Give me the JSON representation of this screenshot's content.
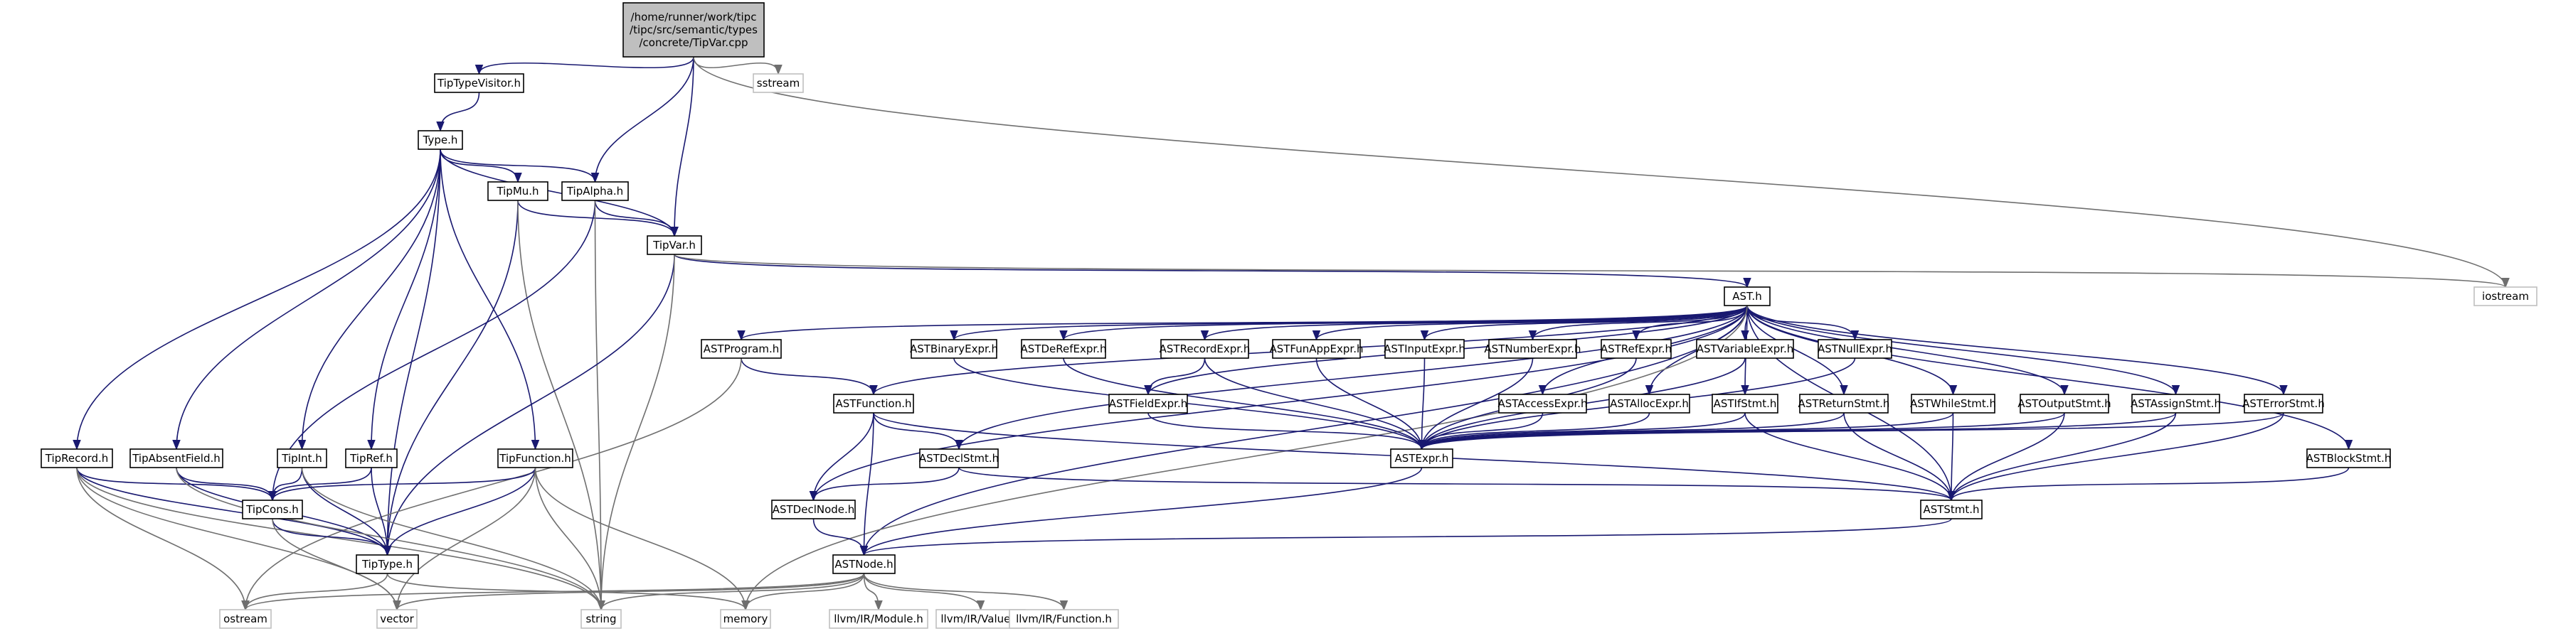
{
  "graph": {
    "edge_color": "#191970",
    "node_border_gray": "#bfbfbf",
    "root_fill": "#bfbfbf",
    "nodes": [
      {
        "id": "root",
        "lines": [
          "/home/runner/work/tipc",
          "/tipc/src/semantic/types",
          "/concrete/TipVar.cpp"
        ],
        "style": "root",
        "interactable": true
      },
      {
        "id": "TipTypeVisitor",
        "lines": [
          "TipTypeVisitor.h"
        ],
        "style": "normal",
        "interactable": true
      },
      {
        "id": "sstream",
        "lines": [
          "sstream"
        ],
        "style": "gray",
        "interactable": false
      },
      {
        "id": "Type",
        "lines": [
          "Type.h"
        ],
        "style": "normal",
        "interactable": true
      },
      {
        "id": "TipMu",
        "lines": [
          "TipMu.h"
        ],
        "style": "normal",
        "interactable": true
      },
      {
        "id": "TipAlpha",
        "lines": [
          "TipAlpha.h"
        ],
        "style": "normal",
        "interactable": true
      },
      {
        "id": "TipVar",
        "lines": [
          "TipVar.h"
        ],
        "style": "normal",
        "interactable": true
      },
      {
        "id": "iostream",
        "lines": [
          "iostream"
        ],
        "style": "gray",
        "interactable": false
      },
      {
        "id": "AST",
        "lines": [
          "AST.h"
        ],
        "style": "normal",
        "interactable": true
      },
      {
        "id": "ASTProgram",
        "lines": [
          "ASTProgram.h"
        ],
        "style": "normal",
        "interactable": true
      },
      {
        "id": "ASTBinaryExpr",
        "lines": [
          "ASTBinaryExpr.h"
        ],
        "style": "normal",
        "interactable": true
      },
      {
        "id": "ASTDeRefExpr",
        "lines": [
          "ASTDeRefExpr.h"
        ],
        "style": "normal",
        "interactable": true
      },
      {
        "id": "ASTRecordExpr",
        "lines": [
          "ASTRecordExpr.h"
        ],
        "style": "normal",
        "interactable": true
      },
      {
        "id": "ASTFunAppExpr",
        "lines": [
          "ASTFunAppExpr.h"
        ],
        "style": "normal",
        "interactable": true
      },
      {
        "id": "ASTInputExpr",
        "lines": [
          "ASTInputExpr.h"
        ],
        "style": "normal",
        "interactable": true
      },
      {
        "id": "ASTNumberExpr",
        "lines": [
          "ASTNumberExpr.h"
        ],
        "style": "normal",
        "interactable": true
      },
      {
        "id": "ASTRefExpr",
        "lines": [
          "ASTRefExpr.h"
        ],
        "style": "normal",
        "interactable": true
      },
      {
        "id": "ASTVariableExpr",
        "lines": [
          "ASTVariableExpr.h"
        ],
        "style": "normal",
        "interactable": true
      },
      {
        "id": "ASTNullExpr",
        "lines": [
          "ASTNullExpr.h"
        ],
        "style": "normal",
        "interactable": true
      },
      {
        "id": "ASTFunction",
        "lines": [
          "ASTFunction.h"
        ],
        "style": "normal",
        "interactable": true
      },
      {
        "id": "ASTFieldExpr",
        "lines": [
          "ASTFieldExpr.h"
        ],
        "style": "normal",
        "interactable": true
      },
      {
        "id": "ASTAccessExpr",
        "lines": [
          "ASTAccessExpr.h"
        ],
        "style": "normal",
        "interactable": true
      },
      {
        "id": "ASTAllocExpr",
        "lines": [
          "ASTAllocExpr.h"
        ],
        "style": "normal",
        "interactable": true
      },
      {
        "id": "ASTIfStmt",
        "lines": [
          "ASTIfStmt.h"
        ],
        "style": "normal",
        "interactable": true
      },
      {
        "id": "ASTReturnStmt",
        "lines": [
          "ASTReturnStmt.h"
        ],
        "style": "normal",
        "interactable": true
      },
      {
        "id": "ASTWhileStmt",
        "lines": [
          "ASTWhileStmt.h"
        ],
        "style": "normal",
        "interactable": true
      },
      {
        "id": "ASTOutputStmt",
        "lines": [
          "ASTOutputStmt.h"
        ],
        "style": "normal",
        "interactable": true
      },
      {
        "id": "ASTAssignStmt",
        "lines": [
          "ASTAssignStmt.h"
        ],
        "style": "normal",
        "interactable": true
      },
      {
        "id": "ASTErrorStmt",
        "lines": [
          "ASTErrorStmt.h"
        ],
        "style": "normal",
        "interactable": true
      },
      {
        "id": "ASTExpr",
        "lines": [
          "ASTExpr.h"
        ],
        "style": "normal",
        "interactable": true
      },
      {
        "id": "ASTDeclStmt",
        "lines": [
          "ASTDeclStmt.h"
        ],
        "style": "normal",
        "interactable": true
      },
      {
        "id": "ASTBlockStmt",
        "lines": [
          "ASTBlockStmt.h"
        ],
        "style": "normal",
        "interactable": true
      },
      {
        "id": "ASTStmt",
        "lines": [
          "ASTStmt.h"
        ],
        "style": "normal",
        "interactable": true
      },
      {
        "id": "ASTDeclNode",
        "lines": [
          "ASTDeclNode.h"
        ],
        "style": "normal",
        "interactable": true
      },
      {
        "id": "ASTNode",
        "lines": [
          "ASTNode.h"
        ],
        "style": "normal",
        "interactable": true
      },
      {
        "id": "TipRecord",
        "lines": [
          "TipRecord.h"
        ],
        "style": "normal",
        "interactable": true
      },
      {
        "id": "TipAbsentField",
        "lines": [
          "TipAbsentField.h"
        ],
        "style": "normal",
        "interactable": true
      },
      {
        "id": "TipInt",
        "lines": [
          "TipInt.h"
        ],
        "style": "normal",
        "interactable": true
      },
      {
        "id": "TipRef",
        "lines": [
          "TipRef.h"
        ],
        "style": "normal",
        "interactable": true
      },
      {
        "id": "TipFunction",
        "lines": [
          "TipFunction.h"
        ],
        "style": "normal",
        "interactable": true
      },
      {
        "id": "TipCons",
        "lines": [
          "TipCons.h"
        ],
        "style": "normal",
        "interactable": true
      },
      {
        "id": "TipType",
        "lines": [
          "TipType.h"
        ],
        "style": "normal",
        "interactable": true
      },
      {
        "id": "ostream",
        "lines": [
          "ostream"
        ],
        "style": "gray",
        "interactable": false
      },
      {
        "id": "vector",
        "lines": [
          "vector"
        ],
        "style": "gray",
        "interactable": false
      },
      {
        "id": "string",
        "lines": [
          "string"
        ],
        "style": "gray",
        "interactable": false
      },
      {
        "id": "memory",
        "lines": [
          "memory"
        ],
        "style": "gray",
        "interactable": false
      },
      {
        "id": "llvmModule",
        "lines": [
          "llvm/IR/Module.h"
        ],
        "style": "gray",
        "interactable": false
      },
      {
        "id": "llvmValue",
        "lines": [
          "llvm/IR/Value.h"
        ],
        "style": "gray",
        "interactable": false
      },
      {
        "id": "llvmFunction",
        "lines": [
          "llvm/IR/Function.h"
        ],
        "style": "gray",
        "interactable": false
      }
    ],
    "edges": [
      [
        "root",
        "TipTypeVisitor"
      ],
      [
        "root",
        "sstream"
      ],
      [
        "root",
        "TipAlpha"
      ],
      [
        "root",
        "TipVar"
      ],
      [
        "root",
        "iostream"
      ],
      [
        "TipTypeVisitor",
        "Type"
      ],
      [
        "Type",
        "TipMu"
      ],
      [
        "Type",
        "TipAlpha"
      ],
      [
        "Type",
        "TipVar"
      ],
      [
        "Type",
        "TipRecord"
      ],
      [
        "Type",
        "TipAbsentField"
      ],
      [
        "Type",
        "TipInt"
      ],
      [
        "Type",
        "TipRef"
      ],
      [
        "Type",
        "TipFunction"
      ],
      [
        "Type",
        "TipType"
      ],
      [
        "TipMu",
        "TipVar"
      ],
      [
        "TipMu",
        "TipType"
      ],
      [
        "TipMu",
        "string"
      ],
      [
        "TipAlpha",
        "TipVar"
      ],
      [
        "TipAlpha",
        "TipCons"
      ],
      [
        "TipAlpha",
        "string"
      ],
      [
        "TipVar",
        "AST"
      ],
      [
        "TipVar",
        "iostream"
      ],
      [
        "TipVar",
        "TipType"
      ],
      [
        "TipVar",
        "string"
      ],
      [
        "AST",
        "ASTProgram"
      ],
      [
        "AST",
        "ASTBinaryExpr"
      ],
      [
        "AST",
        "ASTDeRefExpr"
      ],
      [
        "AST",
        "ASTRecordExpr"
      ],
      [
        "AST",
        "ASTFunAppExpr"
      ],
      [
        "AST",
        "ASTInputExpr"
      ],
      [
        "AST",
        "ASTNumberExpr"
      ],
      [
        "AST",
        "ASTRefExpr"
      ],
      [
        "AST",
        "ASTVariableExpr"
      ],
      [
        "AST",
        "ASTNullExpr"
      ],
      [
        "AST",
        "ASTFunction"
      ],
      [
        "AST",
        "ASTFieldExpr"
      ],
      [
        "AST",
        "ASTAccessExpr"
      ],
      [
        "AST",
        "ASTAllocExpr"
      ],
      [
        "AST",
        "ASTIfStmt"
      ],
      [
        "AST",
        "ASTReturnStmt"
      ],
      [
        "AST",
        "ASTWhileStmt"
      ],
      [
        "AST",
        "ASTOutputStmt"
      ],
      [
        "AST",
        "ASTAssignStmt"
      ],
      [
        "AST",
        "ASTErrorStmt"
      ],
      [
        "AST",
        "ASTDeclStmt"
      ],
      [
        "AST",
        "ASTDeclNode"
      ],
      [
        "AST",
        "ASTBlockStmt"
      ],
      [
        "AST",
        "ASTStmt"
      ],
      [
        "AST",
        "ASTNode"
      ],
      [
        "AST",
        "memory"
      ],
      [
        "ASTProgram",
        "ASTFunction"
      ],
      [
        "ASTProgram",
        "ostream"
      ],
      [
        "ASTBinaryExpr",
        "ASTExpr"
      ],
      [
        "ASTDeRefExpr",
        "ASTExpr"
      ],
      [
        "ASTRecordExpr",
        "ASTFieldExpr"
      ],
      [
        "ASTRecordExpr",
        "ASTExpr"
      ],
      [
        "ASTFunAppExpr",
        "ASTExpr"
      ],
      [
        "ASTInputExpr",
        "ASTExpr"
      ],
      [
        "ASTNumberExpr",
        "ASTExpr"
      ],
      [
        "ASTRefExpr",
        "ASTExpr"
      ],
      [
        "ASTVariableExpr",
        "ASTExpr"
      ],
      [
        "ASTNullExpr",
        "ASTExpr"
      ],
      [
        "ASTFieldExpr",
        "ASTExpr"
      ],
      [
        "ASTAccessExpr",
        "ASTExpr"
      ],
      [
        "ASTAllocExpr",
        "ASTExpr"
      ],
      [
        "ASTIfStmt",
        "ASTExpr"
      ],
      [
        "ASTIfStmt",
        "ASTStmt"
      ],
      [
        "ASTReturnStmt",
        "ASTExpr"
      ],
      [
        "ASTReturnStmt",
        "ASTStmt"
      ],
      [
        "ASTWhileStmt",
        "ASTExpr"
      ],
      [
        "ASTWhileStmt",
        "ASTStmt"
      ],
      [
        "ASTOutputStmt",
        "ASTExpr"
      ],
      [
        "ASTOutputStmt",
        "ASTStmt"
      ],
      [
        "ASTAssignStmt",
        "ASTExpr"
      ],
      [
        "ASTAssignStmt",
        "ASTStmt"
      ],
      [
        "ASTErrorStmt",
        "ASTExpr"
      ],
      [
        "ASTErrorStmt",
        "ASTStmt"
      ],
      [
        "ASTFunction",
        "ASTDeclStmt"
      ],
      [
        "ASTFunction",
        "ASTDeclNode"
      ],
      [
        "ASTFunction",
        "ASTStmt"
      ],
      [
        "ASTFunction",
        "ASTNode"
      ],
      [
        "ASTDeclStmt",
        "ASTDeclNode"
      ],
      [
        "ASTDeclStmt",
        "ASTStmt"
      ],
      [
        "ASTBlockStmt",
        "ASTStmt"
      ],
      [
        "ASTExpr",
        "ASTNode"
      ],
      [
        "ASTStmt",
        "ASTNode"
      ],
      [
        "ASTDeclNode",
        "ASTNode"
      ],
      [
        "ASTNode",
        "ostream"
      ],
      [
        "ASTNode",
        "vector"
      ],
      [
        "ASTNode",
        "string"
      ],
      [
        "ASTNode",
        "memory"
      ],
      [
        "ASTNode",
        "llvmModule"
      ],
      [
        "ASTNode",
        "llvmValue"
      ],
      [
        "ASTNode",
        "llvmFunction"
      ],
      [
        "TipRecord",
        "TipCons"
      ],
      [
        "TipRecord",
        "TipType"
      ],
      [
        "TipRecord",
        "ostream"
      ],
      [
        "TipRecord",
        "vector"
      ],
      [
        "TipRecord",
        "string"
      ],
      [
        "TipAbsentField",
        "TipCons"
      ],
      [
        "TipAbsentField",
        "TipType"
      ],
      [
        "TipAbsentField",
        "string"
      ],
      [
        "TipInt",
        "TipCons"
      ],
      [
        "TipInt",
        "TipType"
      ],
      [
        "TipInt",
        "string"
      ],
      [
        "TipRef",
        "TipCons"
      ],
      [
        "TipRef",
        "TipType"
      ],
      [
        "TipFunction",
        "TipCons"
      ],
      [
        "TipFunction",
        "TipType"
      ],
      [
        "TipFunction",
        "vector"
      ],
      [
        "TipFunction",
        "string"
      ],
      [
        "TipFunction",
        "memory"
      ],
      [
        "TipCons",
        "TipType"
      ],
      [
        "TipCons",
        "vector"
      ],
      [
        "TipType",
        "ostream"
      ],
      [
        "TipType",
        "memory"
      ]
    ]
  }
}
